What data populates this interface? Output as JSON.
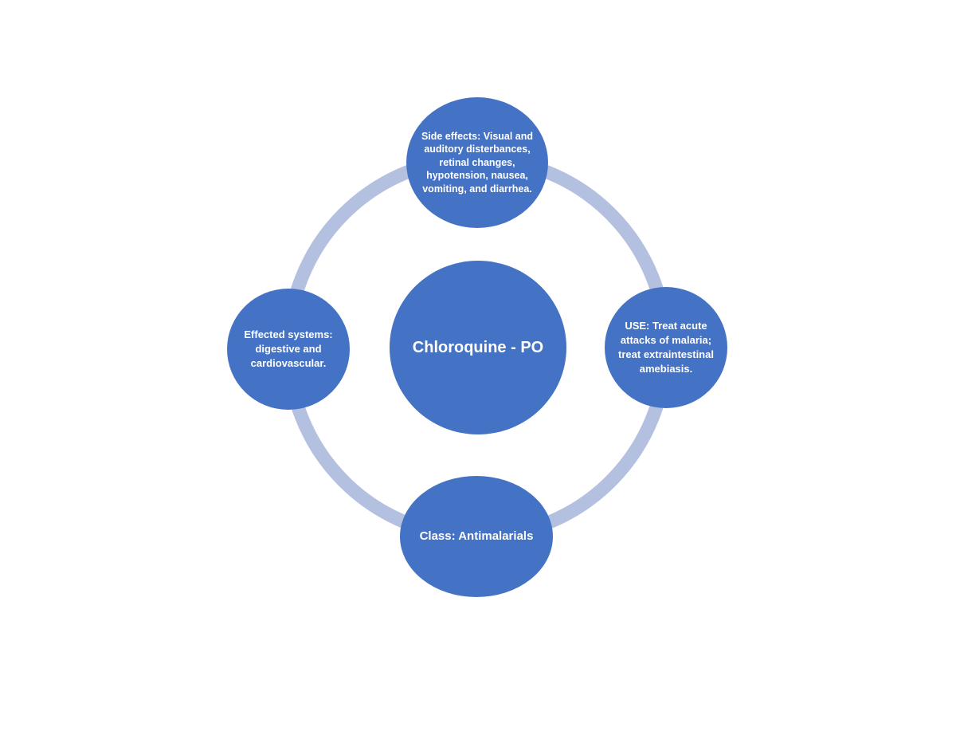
{
  "diagram": {
    "center": {
      "label": "Chloroquine - PO"
    },
    "top": {
      "label": "Side effects: Visual and auditory disterbances, retinal changes, hypotension, nausea, vomiting, and diarrhea."
    },
    "right": {
      "label": "USE: Treat acute attacks of malaria; treat extraintestinal amebiasis."
    },
    "bottom": {
      "label": "Class: Antimalarials"
    },
    "left": {
      "label": "Effected systems: digestive and cardiovascular."
    }
  },
  "colors": {
    "node_fill": "#4472c4",
    "ring": "#b4c0df",
    "text": "#ffffff",
    "background": "#ffffff"
  }
}
